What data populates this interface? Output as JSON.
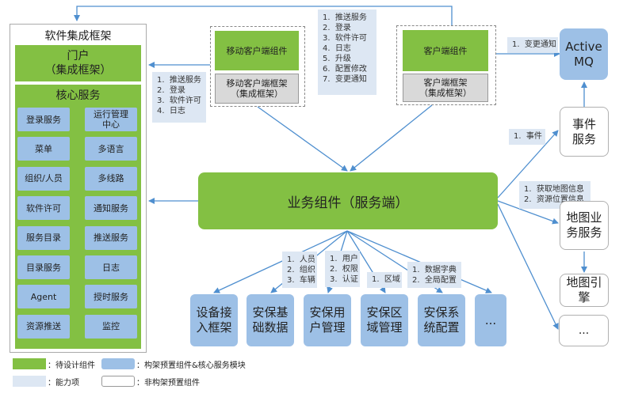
{
  "framework": {
    "title": "软件集成框架",
    "portal": [
      "门户",
      "（集成框架）"
    ],
    "core_title": "核心服务",
    "services": [
      [
        "登录服务",
        "运行管理\n中心"
      ],
      [
        "菜单",
        "多语言"
      ],
      [
        "组织/人员",
        "多线路"
      ],
      [
        "软件许可",
        "通知服务"
      ],
      [
        "服务目录",
        "推送服务"
      ],
      [
        "目录服务",
        "日志"
      ],
      [
        "Agent",
        "授时服务"
      ],
      [
        "资源推送",
        "监控"
      ]
    ]
  },
  "mobile": {
    "component": "移动客户端组件",
    "framework": "移动客户端框架\n（集成框架）"
  },
  "client": {
    "component": "客户端组件",
    "framework": "客户端框架\n（集成框架）"
  },
  "caps_left": "1.  推送服务\n2.  登录\n3.  软件许可\n4.  日志",
  "caps_top": "1.  推送服务\n2.  登录\n3.  软件许可\n4.  日志\n5.  升级\n6.  配置修改\n7.  变更通知",
  "caps_mq": "1.  变更通知",
  "activemq": "Active\nMQ",
  "event_service": "事件\n服务",
  "caps_event": "1.  事件",
  "caps_map": "1.  获取地图信息\n2.  资源位置信息",
  "map_service": "地图业\n务服务",
  "map_engine": "地图引\n擎",
  "right_more": "...",
  "business": "业务组件（服务端）",
  "caps_bottom": [
    "1.  人员\n2.  组织\n3.  车辆",
    "1.  用户\n2.  权限\n3.  认证",
    "1.  区域",
    "1.  数据字典\n2.  全局配置"
  ],
  "modules": [
    "设备接\n入框架",
    "安保基\n础数据",
    "安保用\n户管理",
    "安保区\n域管理",
    "安保系\n统配置",
    "..."
  ],
  "legend": {
    "green": "：待设计组件",
    "blue": "：构架预置组件&核心服务模块",
    "pale": "：能力项",
    "white": "：非构架预置组件"
  },
  "colors": {
    "green": "#83c043",
    "blue": "#9dc0e6",
    "pale": "#dde7f3",
    "line": "#4f8fcf"
  }
}
